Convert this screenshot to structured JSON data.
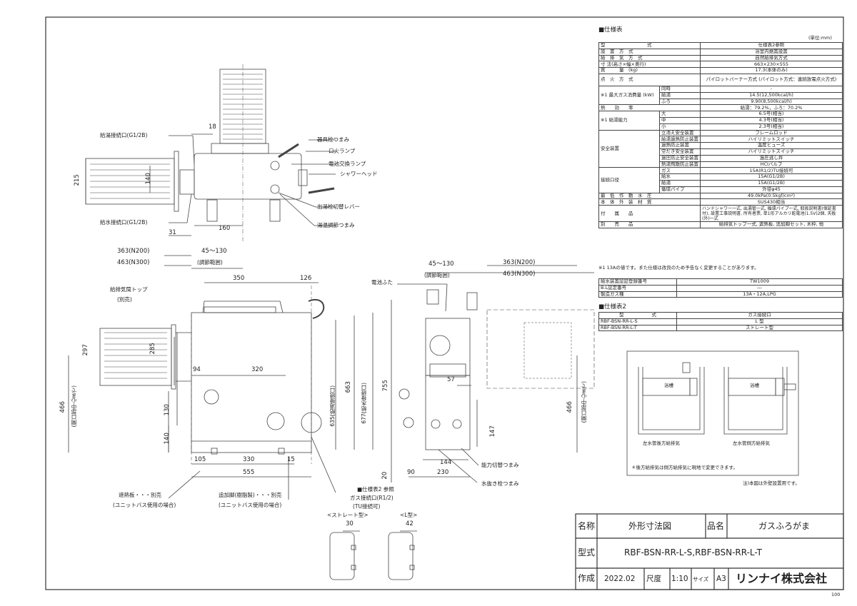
{
  "spec_title": "■仕様表",
  "unit_note": "(単位:mm)",
  "spec_rows": [
    {
      "label": "型　　　　　　　　　式",
      "value": "仕様表2参照"
    },
    {
      "label": "設　置　方　式",
      "value": "浴室内据置設置"
    },
    {
      "label": "給　排　気　方　式",
      "value": "自然給排気方式"
    },
    {
      "label": "寸 法(高さ×幅×奥行)",
      "value": "663×230×555"
    },
    {
      "label": "質　　　量　(kg)",
      "value": "17.3(本体のみ)"
    },
    {
      "label": "点　火　方　式",
      "value": "パイロットバーナー方式 (パイロット方式：連続放電点火方式)"
    },
    {
      "label": "※1 最大ガス消費量 (kW)",
      "sub": [
        "同時",
        "給湯",
        "ふろ"
      ],
      "values": [
        "-",
        "14.5(12,500kcal/h)",
        "9.90(8,500kcal/h)"
      ]
    },
    {
      "label": "熱　　効　　率",
      "value": "給湯：79.2%，ふろ：70.2%"
    },
    {
      "label": "※1 給湯能力",
      "sub": [
        "大",
        "中",
        "小"
      ],
      "values": [
        "6.5号(相当)",
        "4.3号(相当)",
        "2.3号(相当)"
      ]
    },
    {
      "label": "安全装置",
      "sub": [
        "立消え安全装置",
        "給湯過熱防止装置",
        "過熱防止装置",
        "空だき安全装置",
        "過圧防止安全装置",
        "熱湯飛散防止装置"
      ],
      "values": [
        "フレームロッド",
        "ハイリミットスイッチ",
        "温度ヒューズ",
        "ハイリミットスイッチ",
        "過圧逃し弁",
        "HCIバルブ"
      ]
    },
    {
      "label": "接続口径",
      "sub": [
        "ガス",
        "給水",
        "給湯",
        "循環パイプ"
      ],
      "values": [
        "15A(R1/2)TU接続可",
        "15A(G1/2B)",
        "15A(G1/2B)",
        "外径φ45"
      ]
    },
    {
      "label": "最　低　作　動　水　圧",
      "value": "49.0kPa(0.5kgf/cm²)"
    },
    {
      "label": "本　体　外　装　材　質",
      "value": "SUS430相当"
    },
    {
      "label": "付　　属　　品",
      "value": "ハンドシャワー一式, 出湯管一式, 循環パイプ一式, 取扱説明書(保証書付), 設置工事説明書, 所有者票, 単1形アルカリ乾電池(1.5V)2個, 天板(外)一式"
    },
    {
      "label": "別　　売　　品",
      "value": "給排気トップ一式, 遮熱板, 追加脚セット, 木枠, 他"
    }
  ],
  "footnote": "※1 13Aの値です。また仕様は改良のため予告なく変更することがあります。",
  "cert_rows": [
    {
      "label": "給水装置認証登録番号",
      "value": "TW1009"
    },
    {
      "label": "B.L認定番号",
      "value": "―"
    },
    {
      "label": "製造ガス種",
      "value": "13A・12A,LPG"
    }
  ],
  "spec2_title": "■仕様表2",
  "spec2_header": {
    "col1": "型　　　　　　式",
    "col2": "ガス接続口"
  },
  "spec2_rows": [
    {
      "model": "RBF-BSN-RR-L-S",
      "value": "L 型"
    },
    {
      "model": "RBF-BSN-RR-L-T",
      "value": "ストレート型"
    }
  ],
  "diagram_labels": {
    "bathtub": "浴槽",
    "rear_caption": "左水管後方給排気",
    "side_caption": "左水管側方給排気",
    "diagram_note": "＊後方給排気は側方給排気に現地で変更できます。",
    "wall_note": "注)本図は外壁設置用です。"
  },
  "top_view_labels": {
    "hot_conn": "給湯接続口(G1/2B)",
    "water_conn": "給水接続口(G1/2B)",
    "valve_knob": "器具栓つまみ",
    "pilot_lamp": "口火ランプ",
    "battery_lamp": "電池交換ランプ",
    "shower_head": "シャワーヘッド",
    "switch_lever": "出湯栓切替レバー",
    "temp_knob": "湯温調節つまみ",
    "d18": "18",
    "d215": "215",
    "d140": "140",
    "d31": "31",
    "d160": "160"
  },
  "front_view_labels": {
    "d363": "363(N200)",
    "d463": "463(N300)",
    "d45_130": "45〜130",
    "adjust_range": "(調節範囲)",
    "d350": "350",
    "d126": "126",
    "vent_top": "給排気筒トップ",
    "sold_sep": "(別売)",
    "d297": "297",
    "d285": "285",
    "d94": "94",
    "d320": "320",
    "d663": "663",
    "d755": "755",
    "d635": "635(給湯接続口)",
    "d677": "677(給水接続口)",
    "d466": "466",
    "opening_center": "(開口部中心まで)",
    "d130": "130",
    "d140": "140",
    "d105": "105",
    "d330": "330",
    "d15": "15",
    "d555": "555",
    "d20": "20",
    "heat_shield": "遮熱板・・・別売",
    "unit_bath": "(ユニットバス使用の場合)",
    "extra_leg": "追加脚(樹脂製)・・・別売",
    "spec2_ref": "■仕様表2 参照",
    "gas_conn": "ガス接続口(R1/2)",
    "tu_ok": "(TU接続可)",
    "straight_type": "<ストレート型>",
    "l_type": "<L型>",
    "d30": "30",
    "d42": "42"
  },
  "side_view_labels": {
    "battery_cover": "電池ふた",
    "d45_130": "45〜130",
    "adjust_range": "(調節範囲)",
    "d363": "363(N200)",
    "d463": "463(N300)",
    "d57": "57",
    "d147": "147",
    "d466": "466",
    "opening_center": "(開口部中心まで)",
    "d144": "144",
    "d90": "90",
    "d230": "230",
    "power_knob": "能力切替つまみ",
    "drain_knob": "水抜き栓つまみ"
  },
  "title_block": {
    "name_label": "名称",
    "name_value": "外形寸法図",
    "product_label": "品名",
    "product_value": "ガスふろがま",
    "model_label": "型式",
    "model_value": "RBF-BSN-RR-L-S,RBF-BSN-RR-L-T",
    "made_label": "作成",
    "date": "2022.02",
    "scale_label": "尺度",
    "scale": "1:10",
    "size_label": "サイズ",
    "size": "A3",
    "company": "リンナイ株式会社",
    "page_no": "100"
  }
}
